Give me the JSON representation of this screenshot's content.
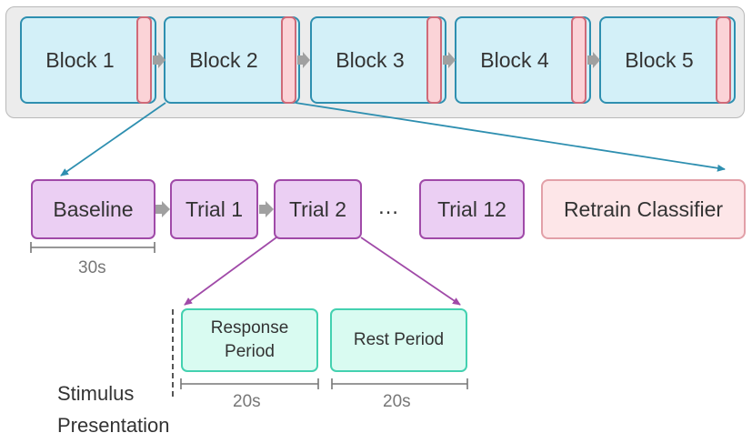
{
  "blocks": [
    {
      "label": "Block 1"
    },
    {
      "label": "Block 2"
    },
    {
      "label": "Block 3"
    },
    {
      "label": "Block 4"
    },
    {
      "label": "Block 5"
    }
  ],
  "trials": {
    "baseline": "Baseline",
    "trial1": "Trial 1",
    "trial2": "Trial 2",
    "ellipsis": "…",
    "trial12": "Trial 12",
    "retrain": "Retrain Classifier"
  },
  "phases": {
    "response": "Response Period",
    "rest": "Rest Period"
  },
  "durations": {
    "baseline": "30s",
    "response": "20s",
    "rest": "20s"
  },
  "stimulus": {
    "line1": "Stimulus",
    "line2": "Presentation"
  },
  "colors": {
    "block_fill": "#d3f0f8",
    "block_border": "#2e8fb0",
    "tab_fill": "#fbd3d7",
    "trial_fill": "#ebcff3",
    "trial_border": "#a04aa8",
    "retrain_fill": "#fde6e8",
    "phase_fill": "#d9fbf1",
    "phase_border": "#43d1b0",
    "zoom_arrow_blue": "#2e8fb0",
    "zoom_arrow_purple": "#a04aa8",
    "flow_arrow": "#a0a0a0"
  }
}
